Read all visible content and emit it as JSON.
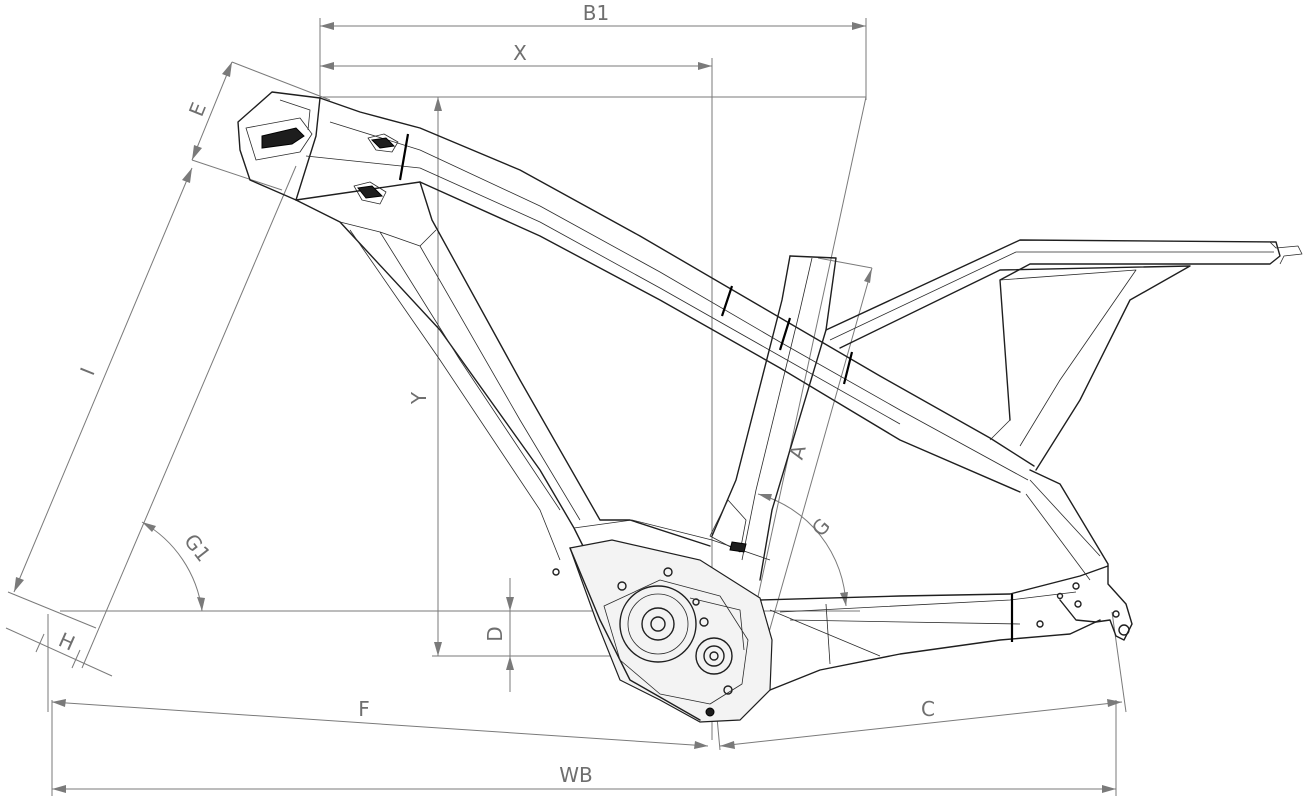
{
  "labels": {
    "B1": "B1",
    "X": "X",
    "Y": "Y",
    "E": "E",
    "I": "I",
    "A": "A",
    "G": "G",
    "G1": "G1",
    "D": "D",
    "H": "H",
    "F": "F",
    "C": "C",
    "WB": "WB"
  },
  "colors": {
    "frame_line": "#1f1f1f",
    "dimension_line": "#7a7a7a",
    "label_text": "#6f6f6f",
    "background": "#ffffff"
  }
}
